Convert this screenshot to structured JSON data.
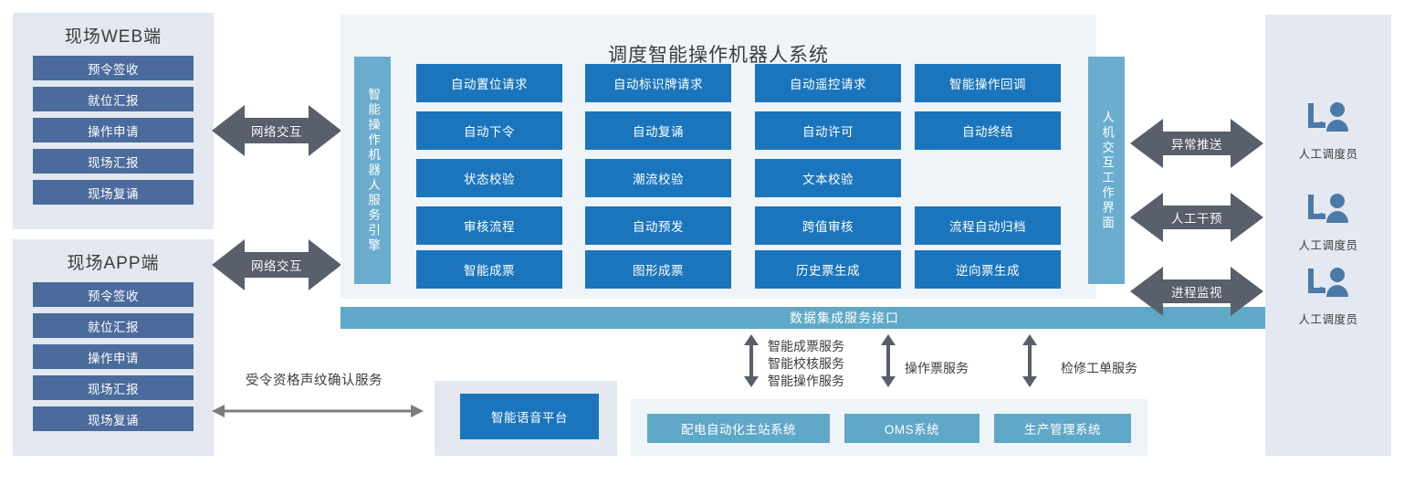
{
  "left_clients": [
    {
      "title": "现场WEB端",
      "buttons": [
        "预令签收",
        "就位汇报",
        "操作申请",
        "现场汇报",
        "现场复诵"
      ],
      "link_label": "网络交互"
    },
    {
      "title": "现场APP端",
      "buttons": [
        "预令签收",
        "就位汇报",
        "操作申请",
        "现场汇报",
        "现场复诵"
      ],
      "link_label": "网络交互"
    }
  ],
  "center": {
    "title": "调度智能操作机器人系统",
    "left_bar_label": "智能操作机器人服务引擎",
    "right_bar_label": "人机交互工作界面",
    "grid_rows": [
      [
        "自动置位请求",
        "自动标识牌请求",
        "自动遥控请求",
        "智能操作回调"
      ],
      [
        "自动下令",
        "自动复诵",
        "自动许可",
        "自动终结"
      ],
      [
        "状态校验",
        "潮流校验",
        "文本校验",
        ""
      ],
      [
        "审核流程",
        "自动预发",
        "跨值审核",
        "流程自动归档"
      ],
      [
        "智能成票",
        "图形成票",
        "历史票生成",
        "逆向票生成"
      ]
    ]
  },
  "data_bar": {
    "label": "数据集成服务接口"
  },
  "voice": {
    "service_label": "受令资格声纹确认服务",
    "platform_label": "智能语音平台"
  },
  "services": [
    "智能成票服务\n智能校核服务\n智能操作服务",
    "操作票服务",
    "检修工单服务"
  ],
  "external_systems": [
    "配电自动化主站系统",
    "OMS系统",
    "生产管理系统"
  ],
  "dispatchers": {
    "links": [
      "异常推送",
      "人工干预",
      "进程监视"
    ],
    "role_label": "人工调度员",
    "icon_name": "dispatcher-icon"
  },
  "colors": {
    "panel_bg": "#e4e8f0",
    "center_bg": "#eef4f8",
    "grid_blue": "#1b75bc",
    "sidebar_blue": "#4a6b9c",
    "teal": "#5fa8c8",
    "vbar_teal": "#6aadcf",
    "arrow_gray": "#595f6b"
  }
}
